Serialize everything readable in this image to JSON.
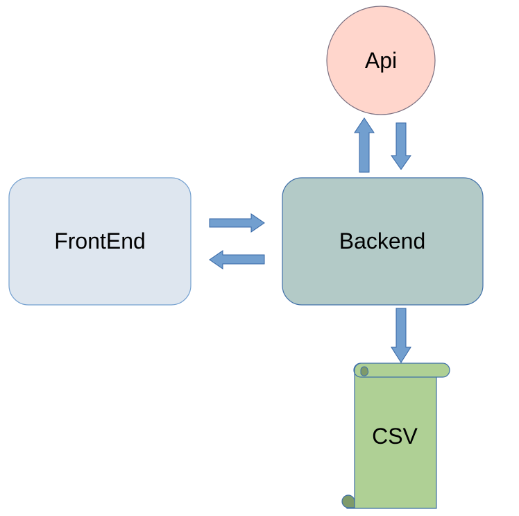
{
  "nodes": {
    "api": {
      "label": "Api",
      "fill": "#ffd6cc",
      "stroke": "#7a6f80"
    },
    "frontend": {
      "label": "FrontEnd",
      "fill": "#dee6ef",
      "stroke": "#729fcf"
    },
    "backend": {
      "label": "Backend",
      "fill": "#b3cac7",
      "stroke": "#3f6fa8"
    },
    "csv": {
      "label": "CSV",
      "fill": "#afd095",
      "stroke": "#3f6fa8",
      "shade": "#7e9a6a"
    }
  },
  "arrows": {
    "fill": "#729fcf",
    "stroke": "#3465a4"
  }
}
